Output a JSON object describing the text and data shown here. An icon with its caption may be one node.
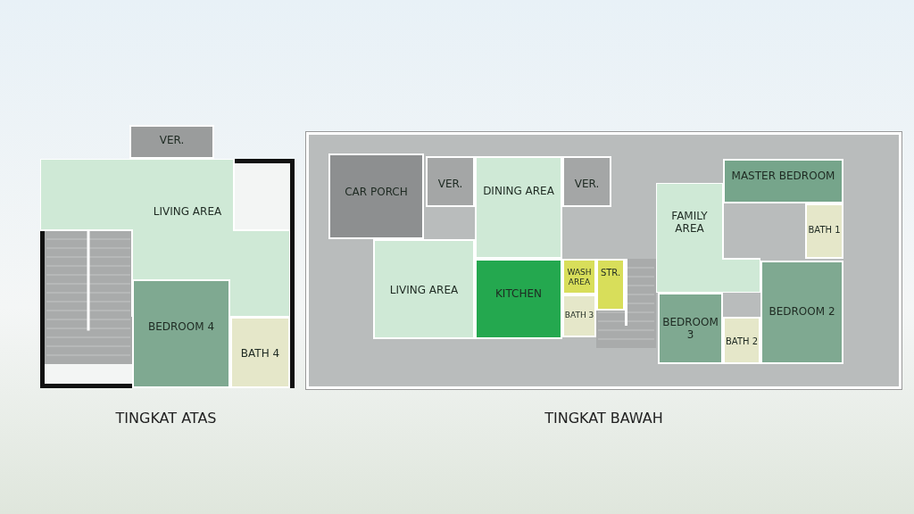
{
  "diagram": {
    "nodes": [
      {
        "text": [
          "TINGKAT ATAS"
        ]
      },
      {
        "text": [
          "VER."
        ]
      },
      {
        "text": [
          "LIVING AREA"
        ],
        "in": 0
      },
      {
        "text": [
          "BEDROOM 4"
        ],
        "in": 0
      },
      {
        "text": [
          "BATH 4"
        ],
        "in": 0
      },
      {
        "text": [
          "TINGKAT BAWAH"
        ]
      },
      {
        "text": [
          "CAR PORCH"
        ],
        "in": 5
      },
      {
        "text": [
          "VER."
        ],
        "in": 5
      },
      {
        "text": [
          "DINING AREA"
        ],
        "in": 5
      },
      {
        "text": [
          "VER."
        ],
        "in": 5
      },
      {
        "text": [
          "FAMILY AREA"
        ],
        "in": 5
      },
      {
        "text": [
          "MASTER BEDROOM"
        ],
        "in": 5
      },
      {
        "text": [
          "BATH 1"
        ],
        "in": 5
      },
      {
        "text": [
          "LIVING AREA"
        ],
        "in": 5
      },
      {
        "text": [
          "KITCHEN"
        ],
        "in": 5
      },
      {
        "text": [
          "WASH AREA"
        ],
        "in": 5
      },
      {
        "text": [
          "STR."
        ],
        "in": 5
      },
      {
        "text": [
          "BATH 3"
        ],
        "in": 5
      },
      {
        "text": [
          "BEDROOM 3"
        ],
        "in": 5
      },
      {
        "text": [
          "BATH 2"
        ],
        "in": 5
      },
      {
        "text": [
          "BEDROOM 2"
        ],
        "in": 5
      }
    ],
    "edges": []
  }
}
